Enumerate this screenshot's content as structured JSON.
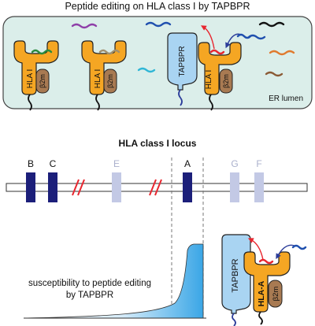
{
  "top_title": "Peptide editing on HLA class I by TAPBPR",
  "er_lumen_label": "ER lumen",
  "hla_label": "HLA I",
  "b2m_label": "β2m",
  "tapbpr_label": "TAPBPR",
  "locus_title": "HLA class I locus",
  "genes": [
    {
      "name": "B",
      "style": "dark"
    },
    {
      "name": "C",
      "style": "dark"
    },
    {
      "name": "E",
      "style": "light"
    },
    {
      "name": "A",
      "style": "dark"
    },
    {
      "name": "G",
      "style": "light"
    },
    {
      "name": "F",
      "style": "light"
    }
  ],
  "susceptibility_line1": "susceptibility to peptide editing",
  "susceptibility_line2": "by TAPBPR",
  "bottom_tapbpr_label": "TAPBPR",
  "bottom_hla_label": "HLA-A",
  "bottom_b2m_label": "β2m",
  "colors": {
    "er_fill": "#dbeeea",
    "hla_orange": "#f5a623",
    "b2m_brown": "#a87a52",
    "tapbpr_blue": "#a9d4f2",
    "gene_dark": "#1c1f7a",
    "gene_light": "#c3c9e5",
    "peptide_red": "#e8262f",
    "arrow_blue": "#2b3c9a"
  }
}
